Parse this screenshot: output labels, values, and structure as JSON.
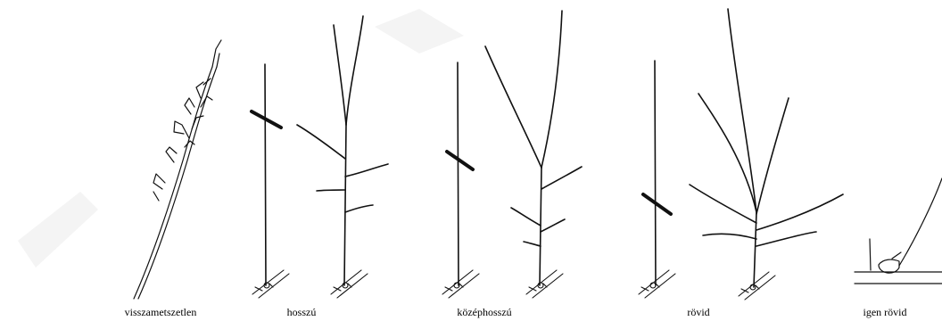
{
  "captions": {
    "unpruned": "visszametszetlen",
    "long": "hosszú",
    "medium": "középhosszú",
    "short": "rövid",
    "very_short": "igen rövid"
  }
}
